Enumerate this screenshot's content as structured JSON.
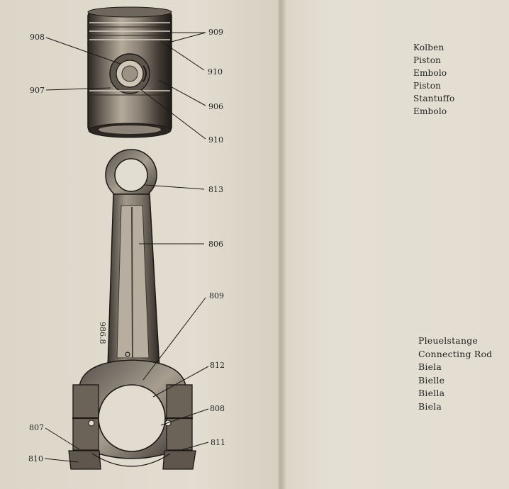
{
  "callouts": {
    "c908a": "908",
    "c907": "907",
    "c909": "909",
    "c910a": "910",
    "c906": "906",
    "c910b": "910",
    "c813": "813",
    "c806": "806",
    "c809": "809",
    "c812": "812",
    "c808": "808",
    "c807": "807",
    "c811": "811",
    "c810": "810"
  },
  "rod_stamp": "986.8",
  "piston_terms": [
    "Kolben",
    "Piston",
    "Embolo",
    "Piston",
    "Stantuffo",
    "Embolo"
  ],
  "rod_terms": [
    "Pleuelstange",
    "Connecting Rod",
    "Biela",
    "Bielle",
    "Biella",
    "Biela"
  ]
}
